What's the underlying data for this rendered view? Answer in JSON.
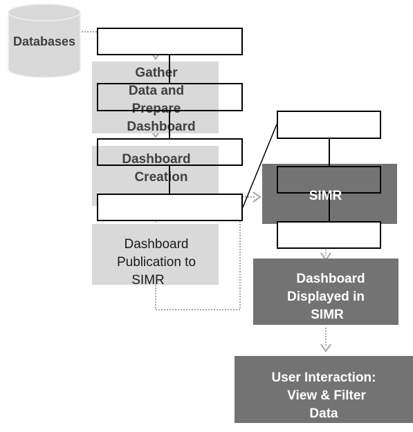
{
  "database": {
    "label": "Databases"
  },
  "steps": {
    "gather": [
      "Gather",
      "Data and",
      "Prepare",
      "Dashboard"
    ],
    "creation": [
      "Dashboard",
      "Creation"
    ],
    "publication": [
      "Dashboard",
      "Publication to",
      "SIMR"
    ],
    "simr": "SIMR",
    "displayed": [
      "Dashboard",
      "Displayed  in",
      "SIMR"
    ],
    "interaction": [
      "User Interaction:",
      "View & Filter",
      "Data"
    ]
  },
  "colors": {
    "light_box": "#d9d9d9",
    "dark_box": "#737373",
    "cylinder": "#d9d9d9",
    "connector": "#a6a6a6"
  }
}
